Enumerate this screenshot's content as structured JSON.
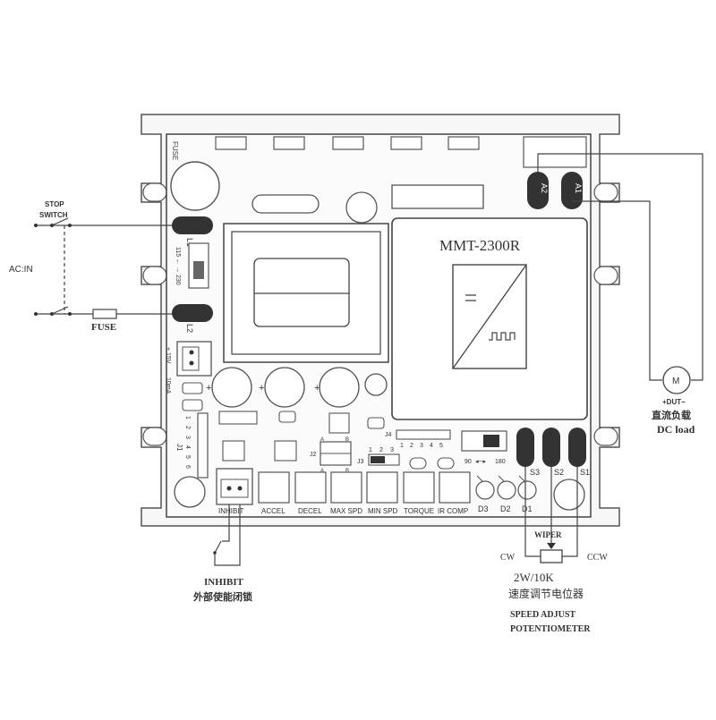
{
  "board": {
    "model": "MMT-2300R",
    "fuse_top": "FUSE",
    "l1": "L1",
    "l2": "L2",
    "voltage_select": "115 ← → 230",
    "a1": "A1",
    "a2": "A2",
    "plus15v": "+ 15V",
    "ma": "10mA",
    "j1": "J1",
    "j1_pins": [
      "1",
      "2",
      "3",
      "4",
      "5",
      "6"
    ],
    "j2": "J2",
    "j3": "J3",
    "j4": "J4",
    "j3_pins": [
      "1",
      "2",
      "3"
    ],
    "j4_pins": [
      "1",
      "2",
      "3",
      "4",
      "5"
    ],
    "ab_a": "A",
    "ab_b": "B",
    "sw_90": "90",
    "sw_180": "180",
    "s3": "S3",
    "s2": "S2",
    "s1": "S1",
    "d3": "D3",
    "d2": "D2",
    "d1": "D1",
    "trims": [
      "INHIBIT",
      "ACCEL",
      "DECEL",
      "MAX SPD",
      "MIN SPD",
      "TORQUE",
      "IR COMP"
    ]
  },
  "external": {
    "stop_switch_1": "STOP",
    "stop_switch_2": "SWITCH",
    "ac_in": "AC:IN",
    "fuse": "FUSE",
    "dut": "+DUT−",
    "dut_cn": "直流负载",
    "dc_load": "DC load",
    "motor_text": "M",
    "inhibit": "INHIBIT",
    "inhibit_cn": "外部使能闭锁",
    "wiper": "WIPER",
    "cw": "CW",
    "ccw": "CCW",
    "pot_value": "2W/10K",
    "pot_cn": "速度调节电位器",
    "speed_adjust_1": "SPEED ADJUST",
    "speed_adjust_2": "POTENTIOMETER"
  }
}
